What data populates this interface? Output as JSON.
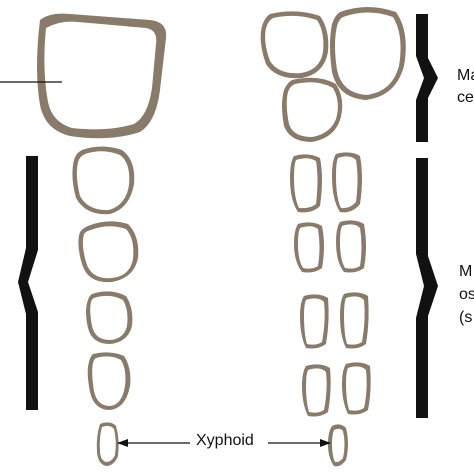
{
  "labels": {
    "xyphoid": "Xyphoid",
    "right_top_line1": "Ma",
    "right_top_line2": "ce",
    "right_mid_line1": "M",
    "right_mid_line2": "os",
    "right_mid_line3": "(s"
  },
  "colors": {
    "bone_fill": "#8a7a6a",
    "bone_inner": "#ffffff",
    "bracket": "#111111",
    "pointer_line": "#111111"
  }
}
